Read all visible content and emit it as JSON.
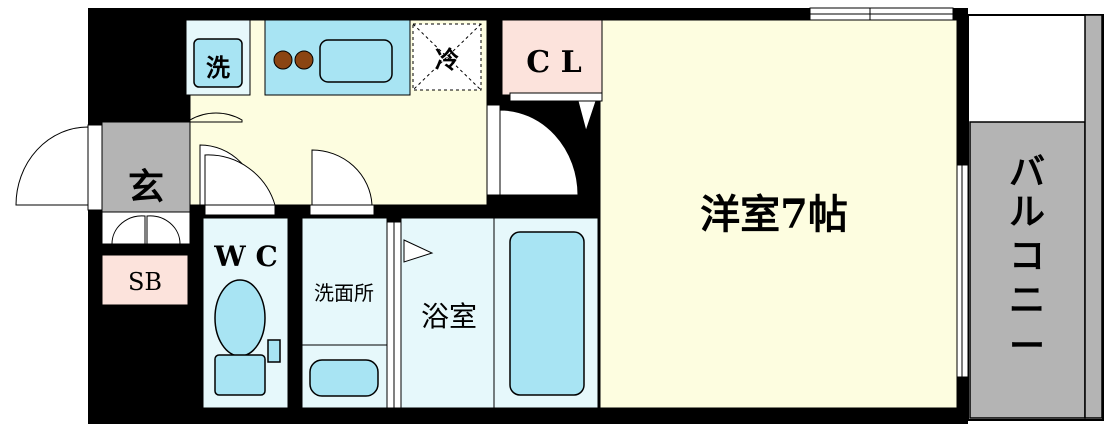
{
  "labels": {
    "washer": "洗",
    "fridge": "冷",
    "closet": "C L",
    "entrance": "玄",
    "shoe_box": "SB",
    "toilet": "W C",
    "washroom": "洗面所",
    "bathroom": "浴室",
    "western_room": "洋室7帖",
    "balcony": [
      "バ",
      "ル",
      "コ",
      "ニ",
      "ー"
    ]
  },
  "colors": {
    "wall": "#000000",
    "floor_main": "#fdfde0",
    "wet_area": "#e6f8fb",
    "genkan": "#b4b4b4",
    "closet": "#fce3dc",
    "fixture_blue": "#a8e4f3",
    "balcony": "#b4b4b4",
    "burner": "#8b4513"
  }
}
